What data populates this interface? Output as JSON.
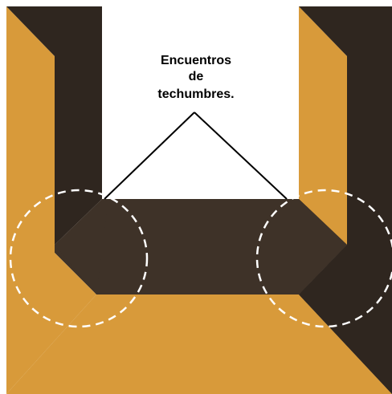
{
  "callout": {
    "line1": "Encuentros",
    "line2": "de",
    "line3": "techumbres."
  },
  "colors": {
    "light_plane": "#d89a3a",
    "light_plane_edge": "#c98a2c",
    "dark_plane": "#3e3228",
    "darkest_plane": "#2f261f",
    "marker_outline": "#ffffff",
    "leader_line": "#000000"
  },
  "markers": [
    {
      "name": "left-roof-junction-marker"
    },
    {
      "name": "right-roof-junction-marker"
    }
  ]
}
